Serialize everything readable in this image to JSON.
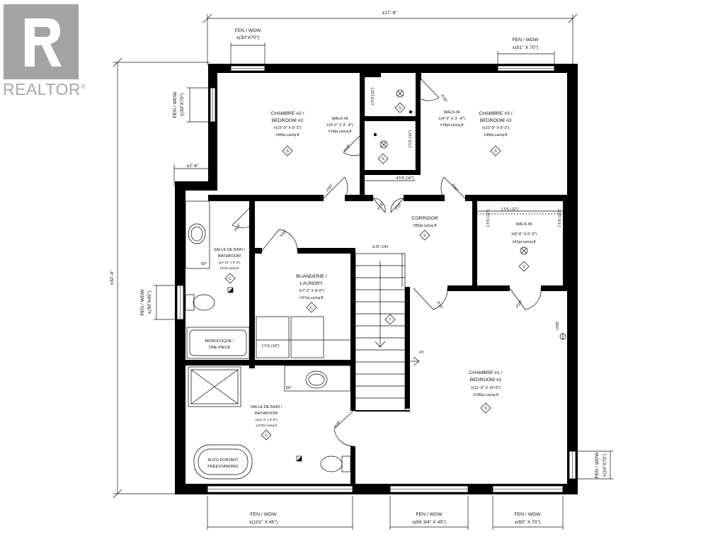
{
  "brand": {
    "logo_icon": "realtor-logo-icon",
    "name": "REALTOR",
    "mark": "®"
  },
  "dimensions": {
    "overall_width": "±27'-9\"",
    "overall_height": "±32'-4\"",
    "offset": "±2'-6\""
  },
  "windows": {
    "top_left": {
      "label": "FEN / WDW",
      "size": "±(30\"X70\")"
    },
    "top_right": {
      "label": "FEN / WDW",
      "size": "±(51\" X 70\")"
    },
    "left_upper": {
      "label": "FEN / WDW",
      "size": "±(30\"X70\")"
    },
    "left_middle": {
      "label": "FEN / WDW",
      "size": "±(30\"X45\")"
    },
    "right_lower": {
      "label": "FEN / WDW",
      "size": "±(24\"X70\")"
    },
    "bottom_left": {
      "label": "FEN / WDW",
      "size": "±(101\" X 45\")"
    },
    "bottom_middle": {
      "label": "FEN / WDW",
      "size": "±(69 3/4\" X 45\")"
    },
    "bottom_right": {
      "label": "FEN / WDW",
      "size": "±(60\" X 70\")"
    }
  },
  "rooms": {
    "bedroom2": {
      "line1": "CHAMBRE #2 /",
      "line2": "BEDROOM #2",
      "dims": "±(10'-9\" X 9'-3\")",
      "area": "±99pi.ca/sq.ft"
    },
    "bedroom3": {
      "line1": "CHAMBRE #3 /",
      "line2": "BEDROOM #3",
      "dims": "±(10'-9\" X 9'-3\")",
      "area": "±99pi.ca/sq.ft"
    },
    "walkin_left": {
      "line1": "WALK-IN",
      "dims": "±(4'-0\" X 3' -4\")",
      "area": "±14pi.ca/sq.ft"
    },
    "walkin_right": {
      "line1": "WALK-IN",
      "dims": "±(4'-0\" X 3' -4\")",
      "area": "±14pi.ca/sq.ft"
    },
    "walkin_bedroom1": {
      "line1": "WALK-IN",
      "dims": "±(6'-6\" X 6'-3\")",
      "area": "±41pi.ca/sq.ft"
    },
    "corridor": {
      "line1": "CORRIDOR",
      "area": "±83pi.ca/sq.ft"
    },
    "bathroom_small": {
      "line1": "SALLE DE BAIN /",
      "line2": "BATHROOM",
      "dims": "±(4'-11\" x 9'-3\")",
      "area": "±47pi.ca/sq.ft"
    },
    "laundry": {
      "line1": "BUANDERIE /",
      "line2": "LAUNDRY",
      "dims": "±(7'-2\" X 8'-0\")",
      "area": "±57pi.ca/sq.ft"
    },
    "bathroom_main": {
      "line1": "SALLE DE BAIN /",
      "line2": "BATHROOM",
      "dims": "±(12'-3\" x 8'-6\")",
      "area": "±107pi.ca/sq.ft"
    },
    "bedroom1": {
      "line1": "CHAMBRE #1 /",
      "line2": "BEDROOM #1",
      "dims": "±(11'-9\" X 14'-6\")",
      "area": "±195pi.ca/sq.ft"
    }
  },
  "fixtures": {
    "shelf_12_a": "1T/S (12\")",
    "shelf_12_b": "1T/S (12\")",
    "shelf_12_c": "1T/S (12\")",
    "shelf_12_d": "1T/S (12\")",
    "shelf_12_e": "1T/S (12\")",
    "shelf_4_16": "4T/S (16\")",
    "shelf_laundry": "1T/S (16\")",
    "counter_60_small": "60\"",
    "counter_60_main": "60\"",
    "tub_line1": "MONOCOQUE /",
    "tub_line2": "ONE-PIECE",
    "freestanding_line1": "AUTO-PORTANT",
    "freestanding_line2": "FREESTANDING",
    "stairs": "E.B / DN",
    "marker_3": "#3",
    "usb": "USB"
  },
  "doors": {
    "d1": "P30\"",
    "d2": "P30\"",
    "d3": "P16\"",
    "d4": "P18\"",
    "d5": "P28\"",
    "d6": "P28\"",
    "d7": "P28\"",
    "d8": "P32\"",
    "d9": "P30\"",
    "d10": "P28\"",
    "d11": "P28\"",
    "d12": "P28\""
  },
  "symbols": {
    "ceiling_light": "light-fixture-icon",
    "smoke": "smoke-detector-icon",
    "c": "C",
    "t": "T",
    "s": "S"
  }
}
